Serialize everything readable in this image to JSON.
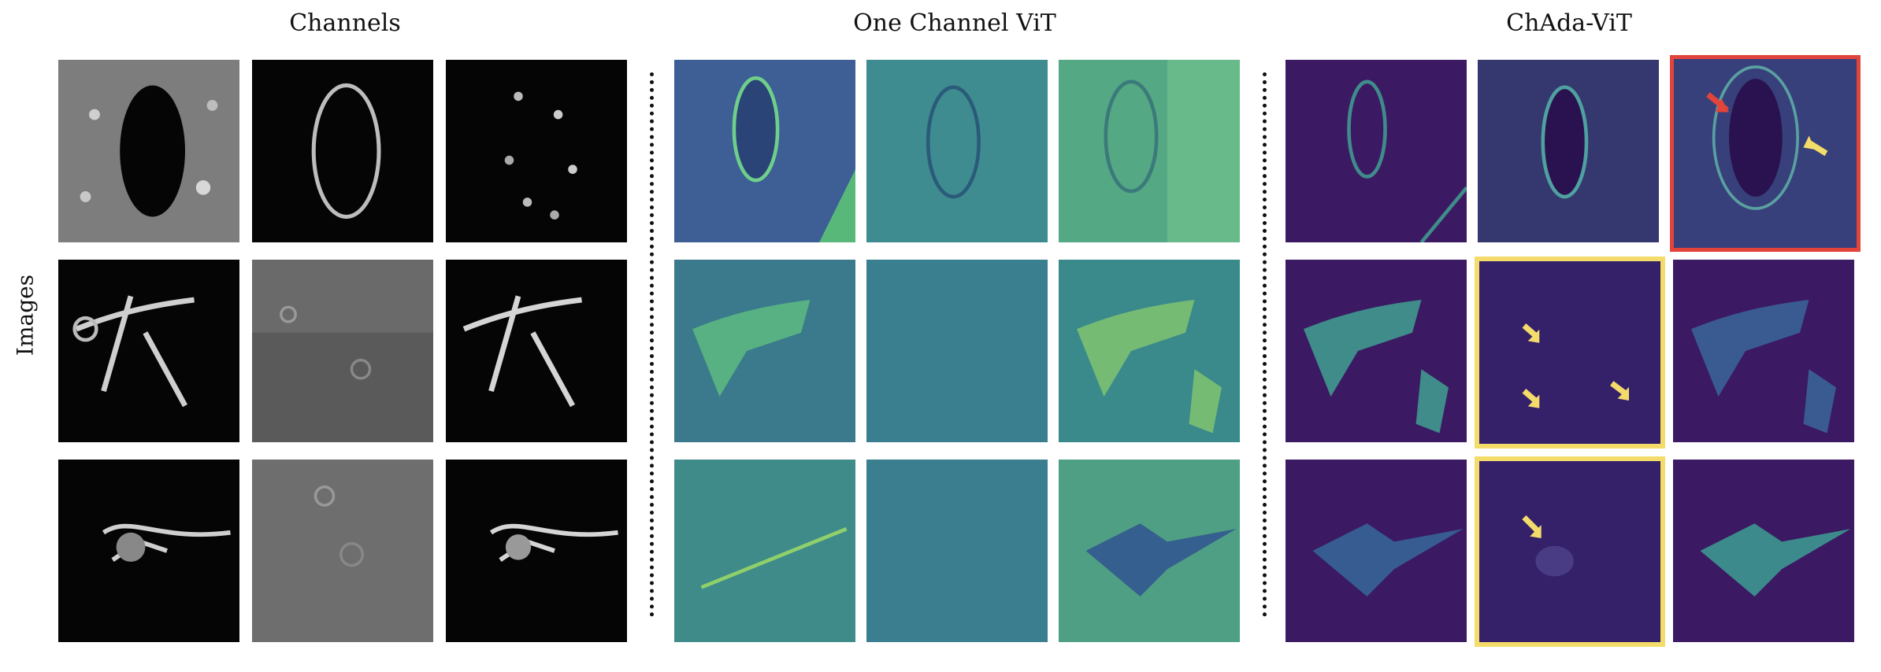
{
  "headers": {
    "channels": "Channels",
    "one_channel_vit": "One Channel ViT",
    "chada_vit": "ChAda-ViT"
  },
  "side_label": "Images",
  "colors": {
    "red_highlight": "#e2443b",
    "yellow_highlight": "#f4dc6a",
    "viridis_dark": "#3b1a63",
    "viridis_blue": "#3a5b92",
    "viridis_teal": "#3c8c8a",
    "viridis_green": "#58b87a"
  }
}
